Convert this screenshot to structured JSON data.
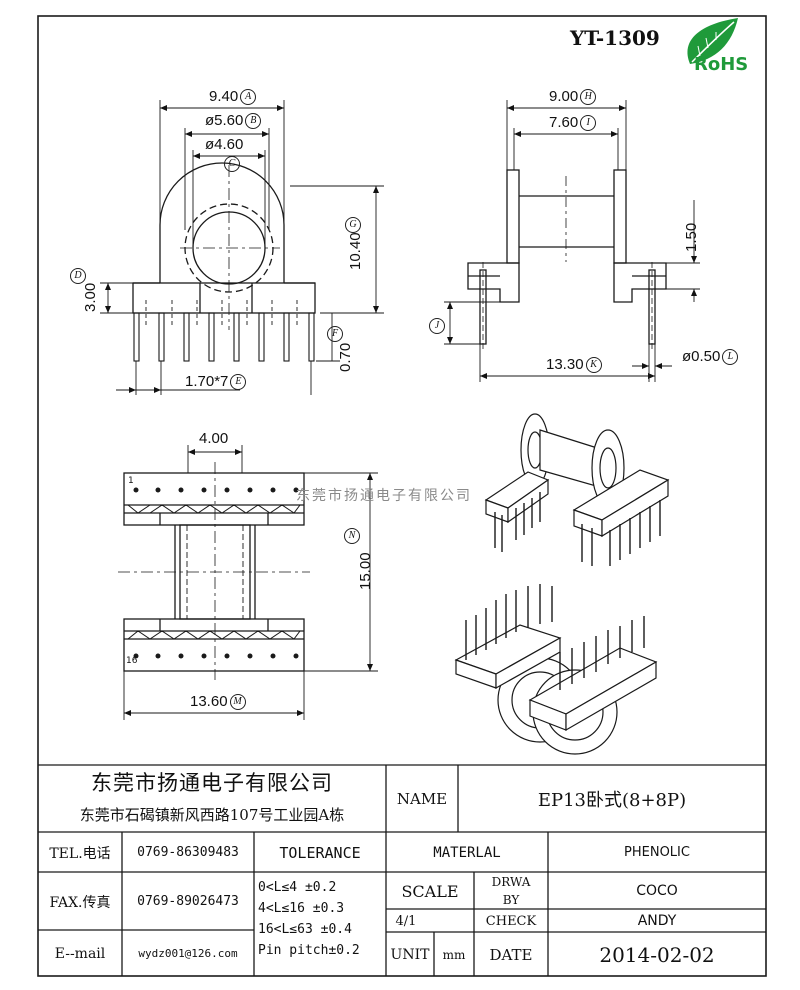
{
  "part_number": "YT-1309",
  "rohs_label": "RoHS",
  "watermark": "东莞市扬通电子有限公司",
  "dimensions": {
    "A": {
      "value": "9.40",
      "tag": "A"
    },
    "B": {
      "value": "ø5.60",
      "tag": "B"
    },
    "C": {
      "value": "ø4.60",
      "tag": "C"
    },
    "D": {
      "value": "3.00",
      "tag": "D"
    },
    "E": {
      "value": "1.70*7",
      "tag": "E"
    },
    "F": {
      "value": "0.70",
      "tag": "F"
    },
    "G": {
      "value": "10.40",
      "tag": "G"
    },
    "H": {
      "value": "9.00",
      "tag": "H"
    },
    "I": {
      "value": "7.60",
      "tag": "I"
    },
    "J": {
      "tag": "J"
    },
    "K": {
      "value": "13.30",
      "tag": "K"
    },
    "L": {
      "value": "ø0.50",
      "tag": "L"
    },
    "side_pin": {
      "value": "1.50"
    },
    "top_width": {
      "value": "4.00"
    },
    "N": {
      "value": "15.00",
      "tag": "N"
    },
    "M": {
      "value": "13.60",
      "tag": "M"
    }
  },
  "pin_numbers": {
    "pin1": "1",
    "pin16": "16"
  },
  "title_block": {
    "company_name": "东莞市扬通电子有限公司",
    "company_address": "东莞市石碣镇新风西路107号工业园A栋",
    "name_label": "NAME",
    "name_value": "EP13卧式(8+8P)",
    "tel_label": "TEL.电话",
    "tel_value": "0769-86309483",
    "fax_label": "FAX.传真",
    "fax_value": "0769-89026473",
    "email_label": "E--mail",
    "email_value": "wydz001@126.com",
    "tolerance_label": "TOLERANCE",
    "tolerance_lines": [
      "0<L≤4  ±0.2",
      "4<L≤16 ±0.3",
      "16<L≤63 ±0.4",
      "Pin pitch±0.2"
    ],
    "material_label": "MATERLAL",
    "material_value": "PHENOLIC",
    "scale_label": "SCALE",
    "scale_value": "4/1",
    "drwa_label": "DRWA",
    "by_label": "BY",
    "drwa_value": "COCO",
    "check_label": "CHECK",
    "check_value": "ANDY",
    "unit_label": "UNIT",
    "unit_value": "mm",
    "date_label": "DATE",
    "date_value": "2014-02-02"
  },
  "colors": {
    "rohs_green": "#1f9a3a",
    "line": "#1a1a1a"
  }
}
